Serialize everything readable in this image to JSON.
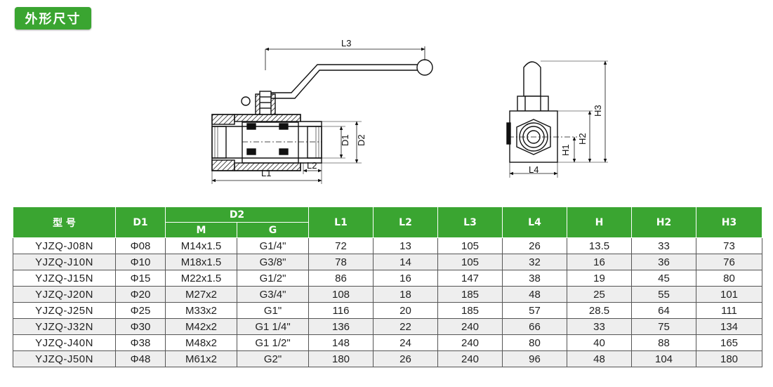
{
  "section_title": "外形尺寸",
  "drawing_labels": {
    "l3": "L3",
    "d1": "D1",
    "d2": "D2",
    "l1": "L1",
    "l2": "L2",
    "l4": "L4",
    "h1": "H1",
    "h2": "H2",
    "h3": "H3"
  },
  "table": {
    "headers": {
      "model": "型 号",
      "d1": "D1",
      "d2": "D2",
      "m": "M",
      "g": "G",
      "l1": "L1",
      "l2": "L2",
      "l3": "L3",
      "l4": "L4",
      "h": "H",
      "h2": "H2",
      "h3": "H3"
    },
    "rows": [
      [
        "YJZQ-J08N",
        "Φ08",
        "M14x1.5",
        "G1/4\"",
        "72",
        "13",
        "105",
        "26",
        "13.5",
        "33",
        "73"
      ],
      [
        "YJZQ-J10N",
        "Φ10",
        "M18x1.5",
        "G3/8\"",
        "78",
        "14",
        "105",
        "32",
        "16",
        "36",
        "76"
      ],
      [
        "YJZQ-J15N",
        "Φ15",
        "M22x1.5",
        "G1/2\"",
        "86",
        "16",
        "147",
        "38",
        "19",
        "45",
        "80"
      ],
      [
        "YJZQ-J20N",
        "Φ20",
        "M27x2",
        "G3/4\"",
        "108",
        "18",
        "185",
        "48",
        "25",
        "55",
        "101"
      ],
      [
        "YJZQ-J25N",
        "Φ25",
        "M33x2",
        "G1\"",
        "116",
        "20",
        "185",
        "57",
        "28.5",
        "64",
        "111"
      ],
      [
        "YJZQ-J32N",
        "Φ30",
        "M42x2",
        "G1 1/4\"",
        "136",
        "22",
        "240",
        "66",
        "33",
        "75",
        "134"
      ],
      [
        "YJZQ-J40N",
        "Φ38",
        "M48x2",
        "G1 1/2\"",
        "148",
        "24",
        "240",
        "80",
        "40",
        "88",
        "165"
      ],
      [
        "YJZQ-J50N",
        "Φ48",
        "M61x2",
        "G2\"",
        "180",
        "26",
        "240",
        "96",
        "48",
        "104",
        "180"
      ]
    ]
  }
}
